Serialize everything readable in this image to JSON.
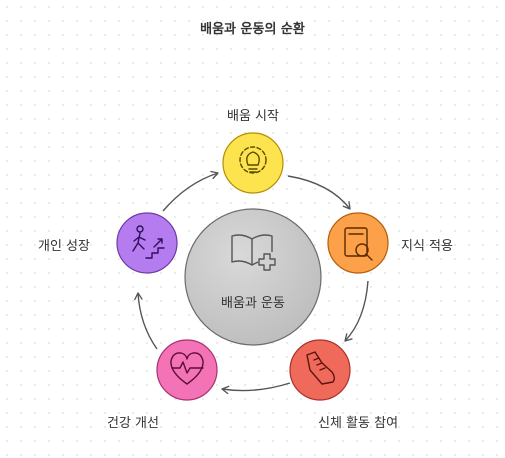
{
  "title": "배움과 운동의 순환",
  "center": {
    "label": "배움과 운동",
    "icon": "book-plus-icon",
    "color": "#c4c4c4"
  },
  "nodes": [
    {
      "label": "배움 시작",
      "icon": "gear-lightbulb-icon",
      "color": "#fde34d"
    },
    {
      "label": "지식 적용",
      "icon": "document-magnifier-icon",
      "color": "#fca04a"
    },
    {
      "label": "신체 활동 참여",
      "icon": "sneaker-icon",
      "color": "#f06a5c"
    },
    {
      "label": "건강 개선",
      "icon": "heart-pulse-icon",
      "color": "#f472b6"
    },
    {
      "label": "개인 성장",
      "icon": "person-climbing-stairs-icon",
      "color": "#b57cf0"
    }
  ]
}
